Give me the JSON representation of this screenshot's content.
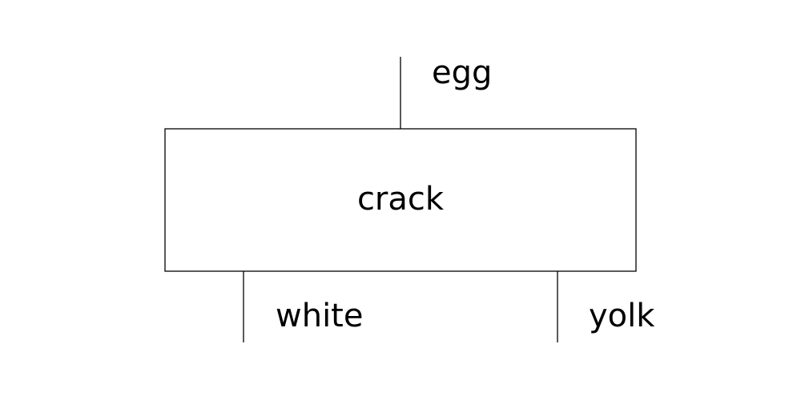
{
  "process": {
    "label": "crack"
  },
  "inputs": [
    {
      "label": "egg"
    }
  ],
  "outputs": [
    {
      "label": "white"
    },
    {
      "label": "yolk"
    }
  ]
}
